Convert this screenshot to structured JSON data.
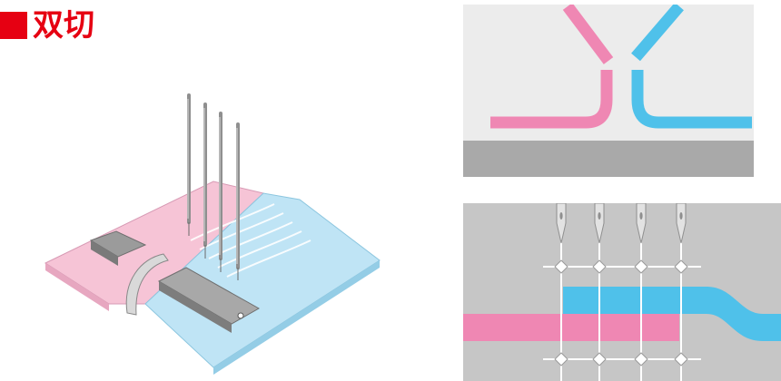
{
  "heading": {
    "title": "双切"
  },
  "colors": {
    "accent_red": "#e60012",
    "pink": "#ef87b3",
    "pink_light": "#f6c4d6",
    "blue": "#4fc1ea",
    "blue_light": "#bfe4f5",
    "panel_bg_light": "#ececec",
    "panel_bg_gray": "#c6c6c6",
    "floor_gray": "#a9a9a9",
    "needle_gray": "#8f8f8f"
  },
  "illustration": {
    "needle_count": 4
  },
  "stitch_diagram": {
    "needle_count": 4
  }
}
